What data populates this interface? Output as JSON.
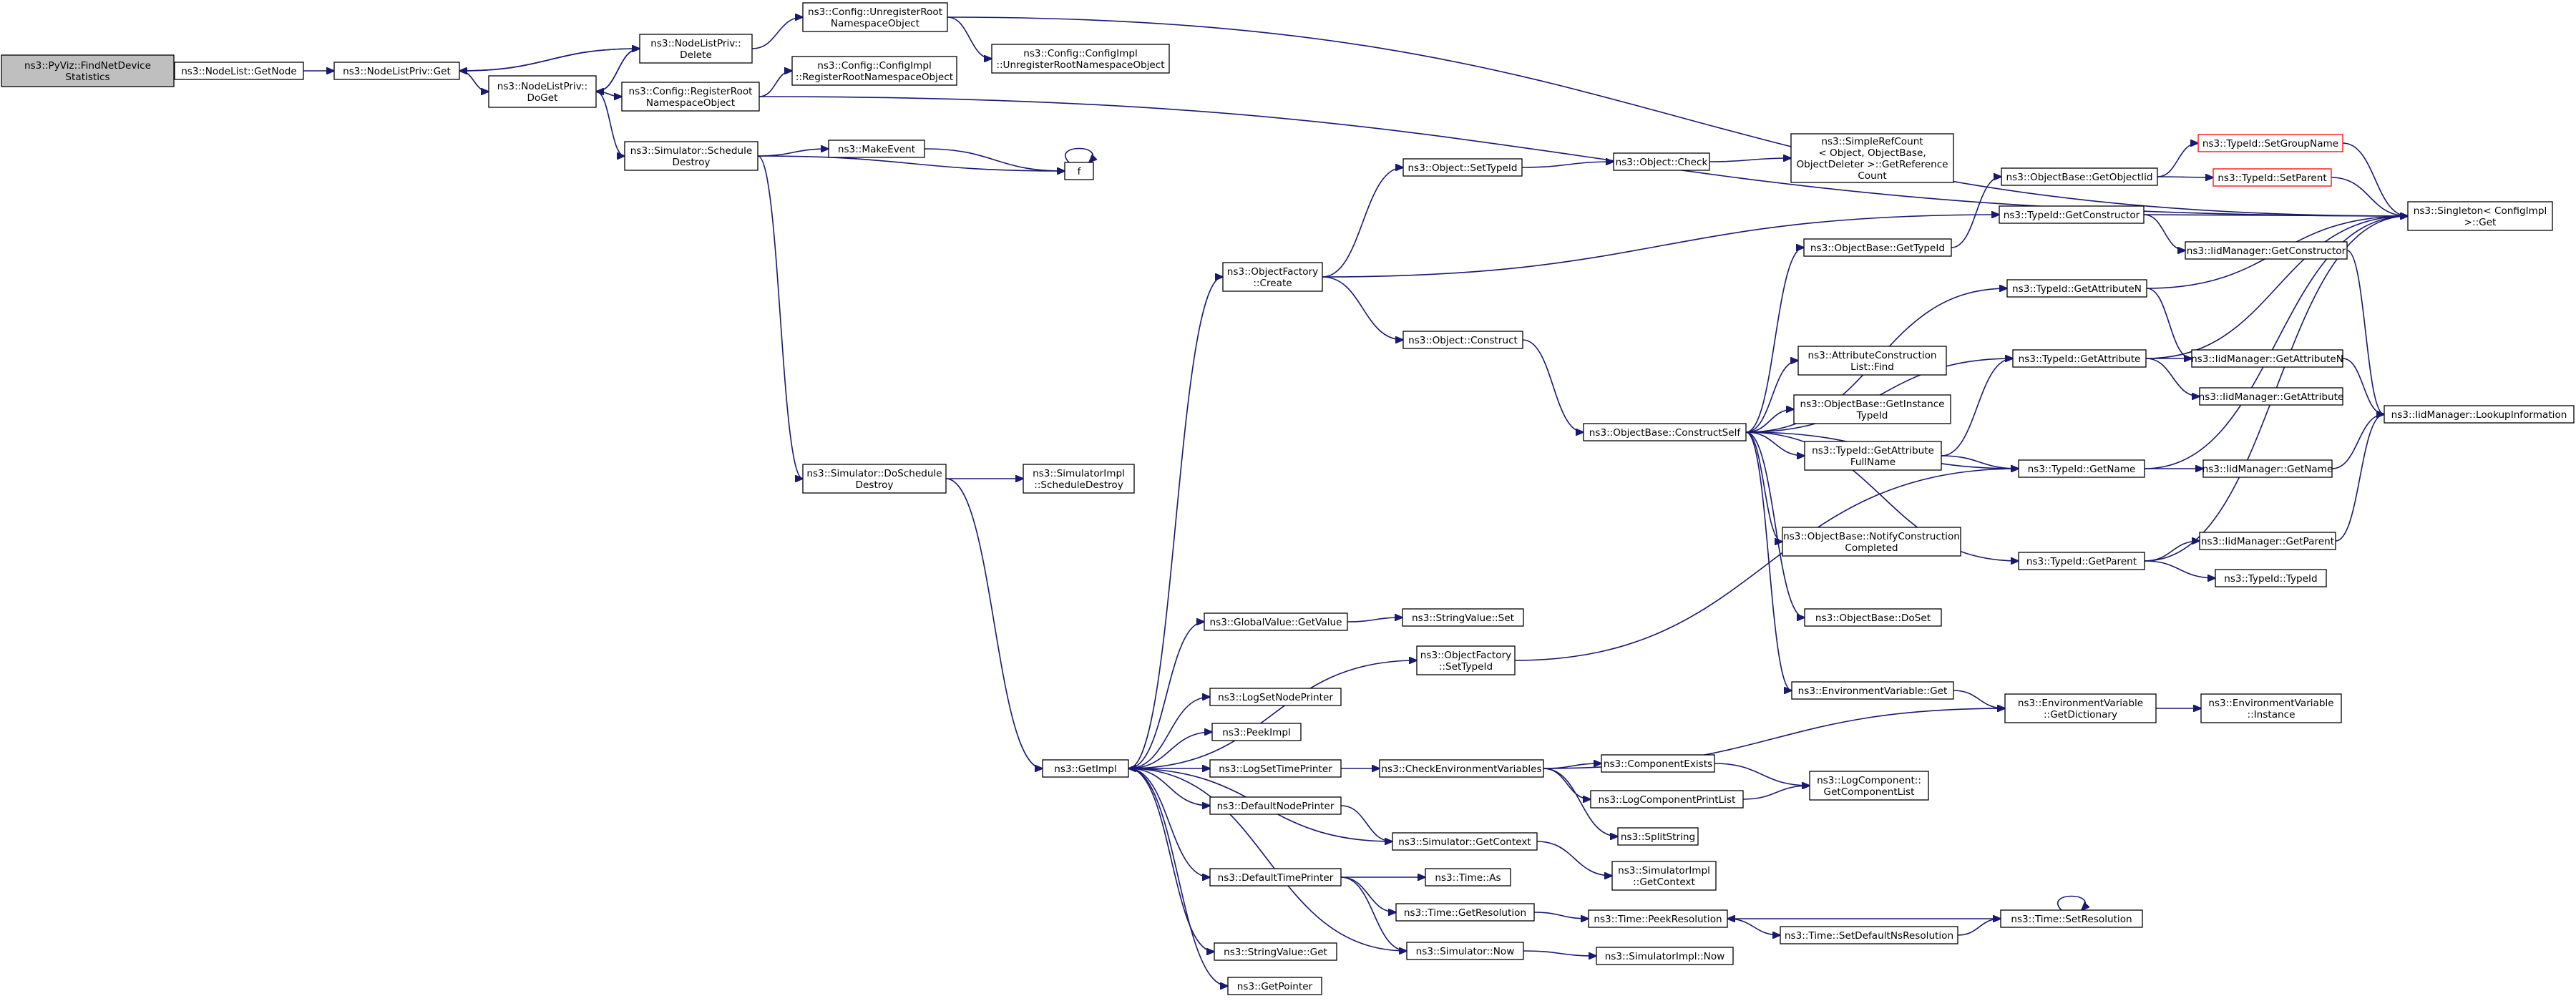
{
  "title": "",
  "colors": {
    "edge": "#191970",
    "root_fill": "#bfbfbf",
    "node_border": "#000000",
    "incomplete_border": "#ff0000",
    "background": "#ffffff"
  },
  "nodes": {
    "root": [
      "ns3::PyViz::FindNetDevice",
      "Statistics"
    ],
    "getnode": [
      "ns3::NodeList::GetNode"
    ],
    "nlp_get": [
      "ns3::NodeListPriv::Get"
    ],
    "nlp_delete": [
      "ns3::NodeListPriv::",
      "Delete"
    ],
    "nlp_doget": [
      "ns3::NodeListPriv::",
      "DoGet"
    ],
    "cfg_unreg": [
      "ns3::Config::UnregisterRoot",
      "NamespaceObject"
    ],
    "cfgimpl_unreg": [
      "ns3::Config::ConfigImpl",
      "::UnregisterRootNamespaceObject"
    ],
    "cfgimpl_reg": [
      "ns3::Config::ConfigImpl",
      "::RegisterRootNamespaceObject"
    ],
    "cfg_reg": [
      "ns3::Config::RegisterRoot",
      "NamespaceObject"
    ],
    "sim_sched": [
      "ns3::Simulator::Schedule",
      "Destroy"
    ],
    "makeevent": [
      "ns3::MakeEvent"
    ],
    "f": [
      "f"
    ],
    "sim_dosched": [
      "ns3::Simulator::DoSchedule",
      "Destroy"
    ],
    "simimpl_sched": [
      "ns3::SimulatorImpl",
      "::ScheduleDestroy"
    ],
    "getimpl": [
      "ns3::GetImpl"
    ],
    "objfactory_create": [
      "ns3::ObjectFactory",
      "::Create"
    ],
    "obj_settypeid": [
      "ns3::Object::SetTypeId"
    ],
    "obj_check": [
      "ns3::Object::Check"
    ],
    "simplerefcount": [
      "ns3::SimpleRefCount",
      "< Object, ObjectBase,",
      "ObjectDeleter >::GetReference",
      "Count"
    ],
    "obj_construct": [
      "ns3::Object::Construct"
    ],
    "objbase_constructself": [
      "ns3::ObjectBase::ConstructSelf"
    ],
    "objbase_getobjectiid": [
      "ns3::ObjectBase::GetObjectIid"
    ],
    "objbase_gettypeid": [
      "ns3::ObjectBase::GetTypeId"
    ],
    "typeid_getconstructor": [
      "ns3::TypeId::GetConstructor"
    ],
    "typeid_setgroupname": [
      "ns3::TypeId::SetGroupName"
    ],
    "typeid_setparent": [
      "ns3::TypeId::SetParent"
    ],
    "singleton_get": [
      "ns3::Singleton< ConfigImpl",
      ">::Get"
    ],
    "iidmgr_getconstructor": [
      "ns3::IidManager::GetConstructor"
    ],
    "typeid_getattributen": [
      "ns3::TypeId::GetAttributeN"
    ],
    "attrconst_find": [
      "ns3::AttributeConstruction",
      "List::Find"
    ],
    "typeid_getattribute": [
      "ns3::TypeId::GetAttribute"
    ],
    "iidmgr_getattributen": [
      "ns3::IidManager::GetAttributeN"
    ],
    "iidmgr_getattribute": [
      "ns3::IidManager::GetAttribute"
    ],
    "objbase_getinstancetypeid": [
      "ns3::ObjectBase::GetInstance",
      "TypeId"
    ],
    "iidmgr_lookup": [
      "ns3::IidManager::LookupInformation"
    ],
    "typeid_getattrfullname": [
      "ns3::TypeId::GetAttribute",
      "FullName"
    ],
    "typeid_getname": [
      "ns3::TypeId::GetName"
    ],
    "iidmgr_getname": [
      "ns3::IidManager::GetName"
    ],
    "objbase_notify": [
      "ns3::ObjectBase::NotifyConstruction",
      "Completed"
    ],
    "typeid_getparent": [
      "ns3::TypeId::GetParent"
    ],
    "iidmgr_getparent": [
      "ns3::IidManager::GetParent"
    ],
    "typeid_typeid": [
      "ns3::TypeId::TypeId"
    ],
    "objbase_doset": [
      "ns3::ObjectBase::DoSet"
    ],
    "envvar_get": [
      "ns3::EnvironmentVariable::Get"
    ],
    "envvar_getdict": [
      "ns3::EnvironmentVariable",
      "::GetDictionary"
    ],
    "envvar_instance": [
      "ns3::EnvironmentVariable",
      "::Instance"
    ],
    "gv_getvalue": [
      "ns3::GlobalValue::GetValue"
    ],
    "sv_set": [
      "ns3::StringValue::Set"
    ],
    "objfactory_settypeid": [
      "ns3::ObjectFactory",
      "::SetTypeId"
    ],
    "logsetnodeprinter": [
      "ns3::LogSetNodePrinter"
    ],
    "peekimpl": [
      "ns3::PeekImpl"
    ],
    "logsettimeprinter": [
      "ns3::LogSetTimePrinter"
    ],
    "checkenv": [
      "ns3::CheckEnvironmentVariables"
    ],
    "componentexists": [
      "ns3::ComponentExists"
    ],
    "logcomp_getlist": [
      "ns3::LogComponent::",
      "GetComponentList"
    ],
    "logcompprintlist": [
      "ns3::LogComponentPrintList"
    ],
    "defaultnodeprinter": [
      "ns3::DefaultNodePrinter"
    ],
    "splitstring": [
      "ns3::SplitString"
    ],
    "sim_getcontext": [
      "ns3::Simulator::GetContext"
    ],
    "simimpl_getcontext": [
      "ns3::SimulatorImpl",
      "::GetContext"
    ],
    "defaulttimeprinter": [
      "ns3::DefaultTimePrinter"
    ],
    "time_as": [
      "ns3::Time::As"
    ],
    "time_getresolution": [
      "ns3::Time::GetResolution"
    ],
    "time_peekresolution": [
      "ns3::Time::PeekResolution"
    ],
    "time_setresolution": [
      "ns3::Time::SetResolution"
    ],
    "time_setdefaultns": [
      "ns3::Time::SetDefaultNsResolution"
    ],
    "sim_now": [
      "ns3::Simulator::Now"
    ],
    "simimpl_now": [
      "ns3::SimulatorImpl::Now"
    ],
    "sv_get": [
      "ns3::StringValue::Get"
    ],
    "getpointer": [
      "ns3::GetPointer"
    ]
  }
}
